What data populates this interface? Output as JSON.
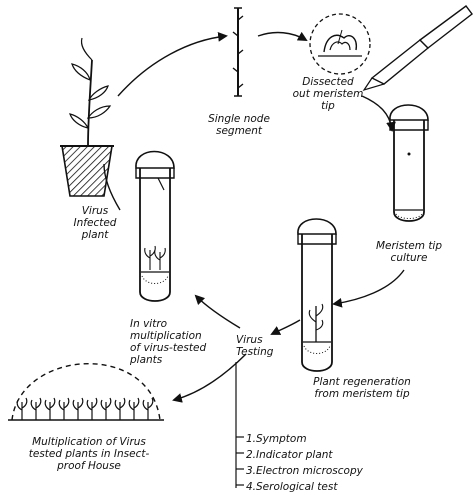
{
  "labels": {
    "virus_infected_plant": [
      "Virus",
      "Infected",
      "plant"
    ],
    "single_node_segment": [
      "Single node",
      "segment"
    ],
    "dissected_meristem_tip": [
      "Dissected",
      "out meristem",
      "tip"
    ],
    "meristem_tip_culture": [
      "Meristem tip",
      "culture"
    ],
    "plant_regeneration": [
      "Plant regeneration",
      "from meristem tip"
    ],
    "virus_testing": [
      "Virus",
      "Testing"
    ],
    "in_vitro_multiplication": [
      "In vitro",
      "multiplication",
      "of virus-tested",
      "plants"
    ],
    "insect_proof_multiplication": [
      "Multiplication of Virus",
      "tested plants in Insect-",
      "proof House"
    ]
  },
  "virus_tests": [
    "1.Symptom",
    "2.Indicator plant",
    "3.Electron microscopy",
    "4.Serological test"
  ]
}
